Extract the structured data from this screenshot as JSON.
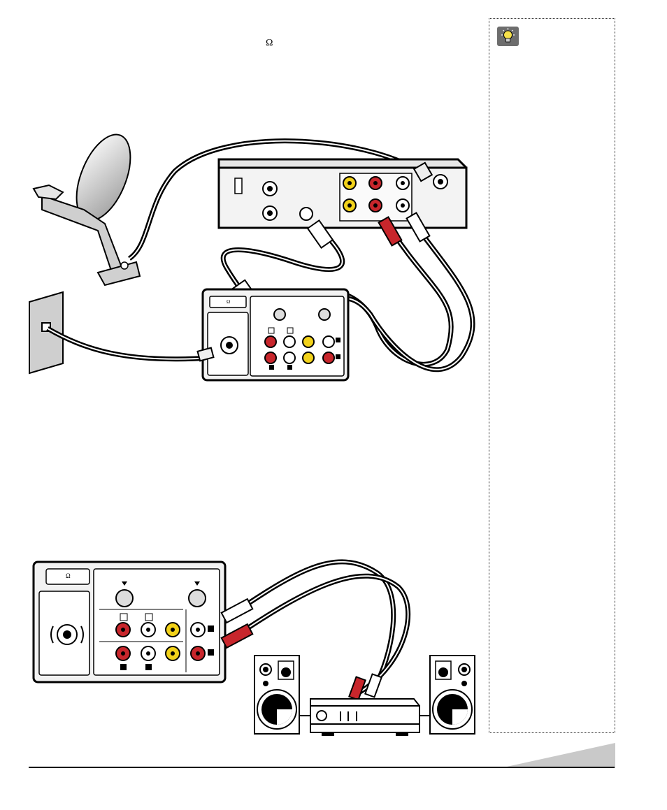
{
  "header": {
    "ohm_symbol": "Ω"
  },
  "diagram1": {
    "tv_panel_ohm": "Ω"
  },
  "diagram2": {
    "tv_panel_ohm": "Ω"
  },
  "sidebar": {
    "icon": "lightbulb-icon"
  },
  "colors": {
    "red_jack": "#c8262c",
    "yellow_jack": "#f2d21a",
    "gray_panel": "#d9d9d9",
    "icon_bg": "#6d6d6d",
    "corner_tab": "#c9c9c9"
  }
}
